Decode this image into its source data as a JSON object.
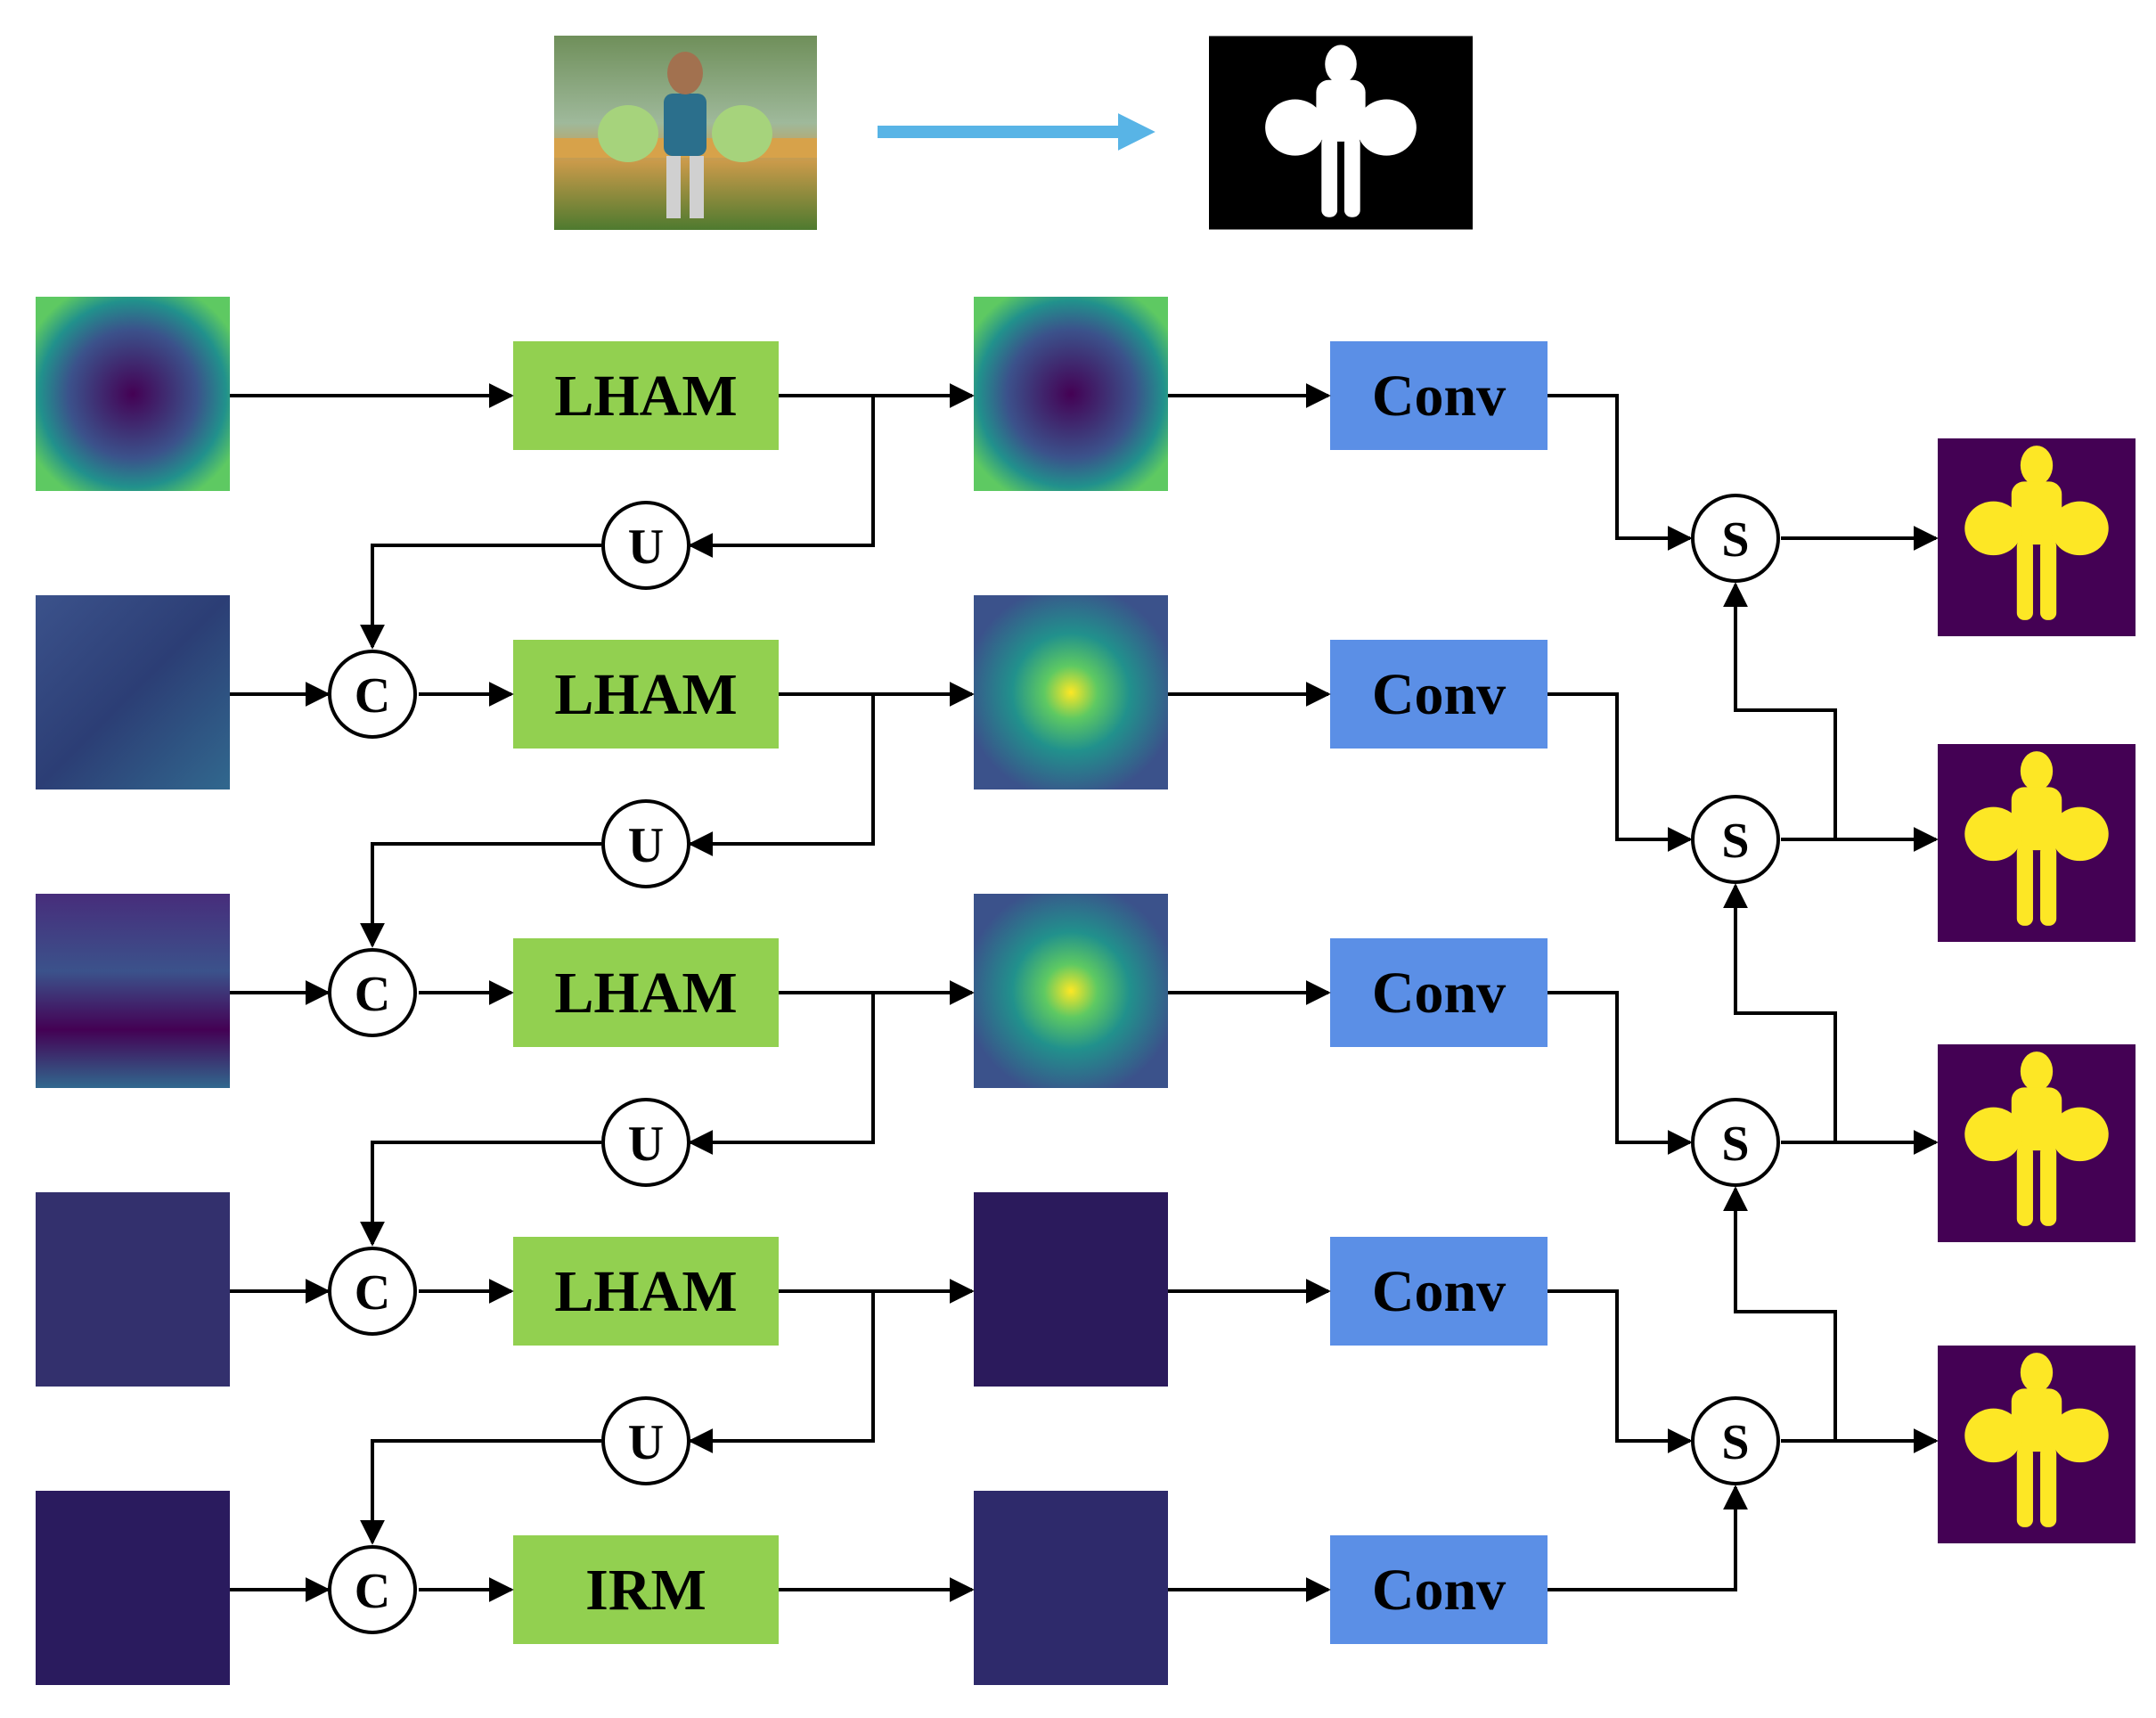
{
  "colors": {
    "green_module": "#92d050",
    "blue_module": "#5b8fe6",
    "arrow_top": "#58b4e6",
    "viridis_dark": "#440154",
    "viridis_yellow": "#fde725",
    "line": "#000000"
  },
  "header": {
    "input_image": "photo of child on bench holding cabbages",
    "ground_truth": "binary mask silhouette"
  },
  "rows": [
    {
      "module": "LHAM",
      "conv": "Conv",
      "sum_op": "S",
      "has_concat": false,
      "upsample_op": "U"
    },
    {
      "module": "LHAM",
      "conv": "Conv",
      "sum_op": "S",
      "has_concat": true,
      "concat_op": "C",
      "upsample_op": "U"
    },
    {
      "module": "LHAM",
      "conv": "Conv",
      "sum_op": "S",
      "has_concat": true,
      "concat_op": "C",
      "upsample_op": "U"
    },
    {
      "module": "LHAM",
      "conv": "Conv",
      "sum_op": "S",
      "has_concat": true,
      "concat_op": "C",
      "upsample_op": "U"
    },
    {
      "module": "IRM",
      "conv": "Conv",
      "has_concat": true,
      "concat_op": "C"
    }
  ]
}
